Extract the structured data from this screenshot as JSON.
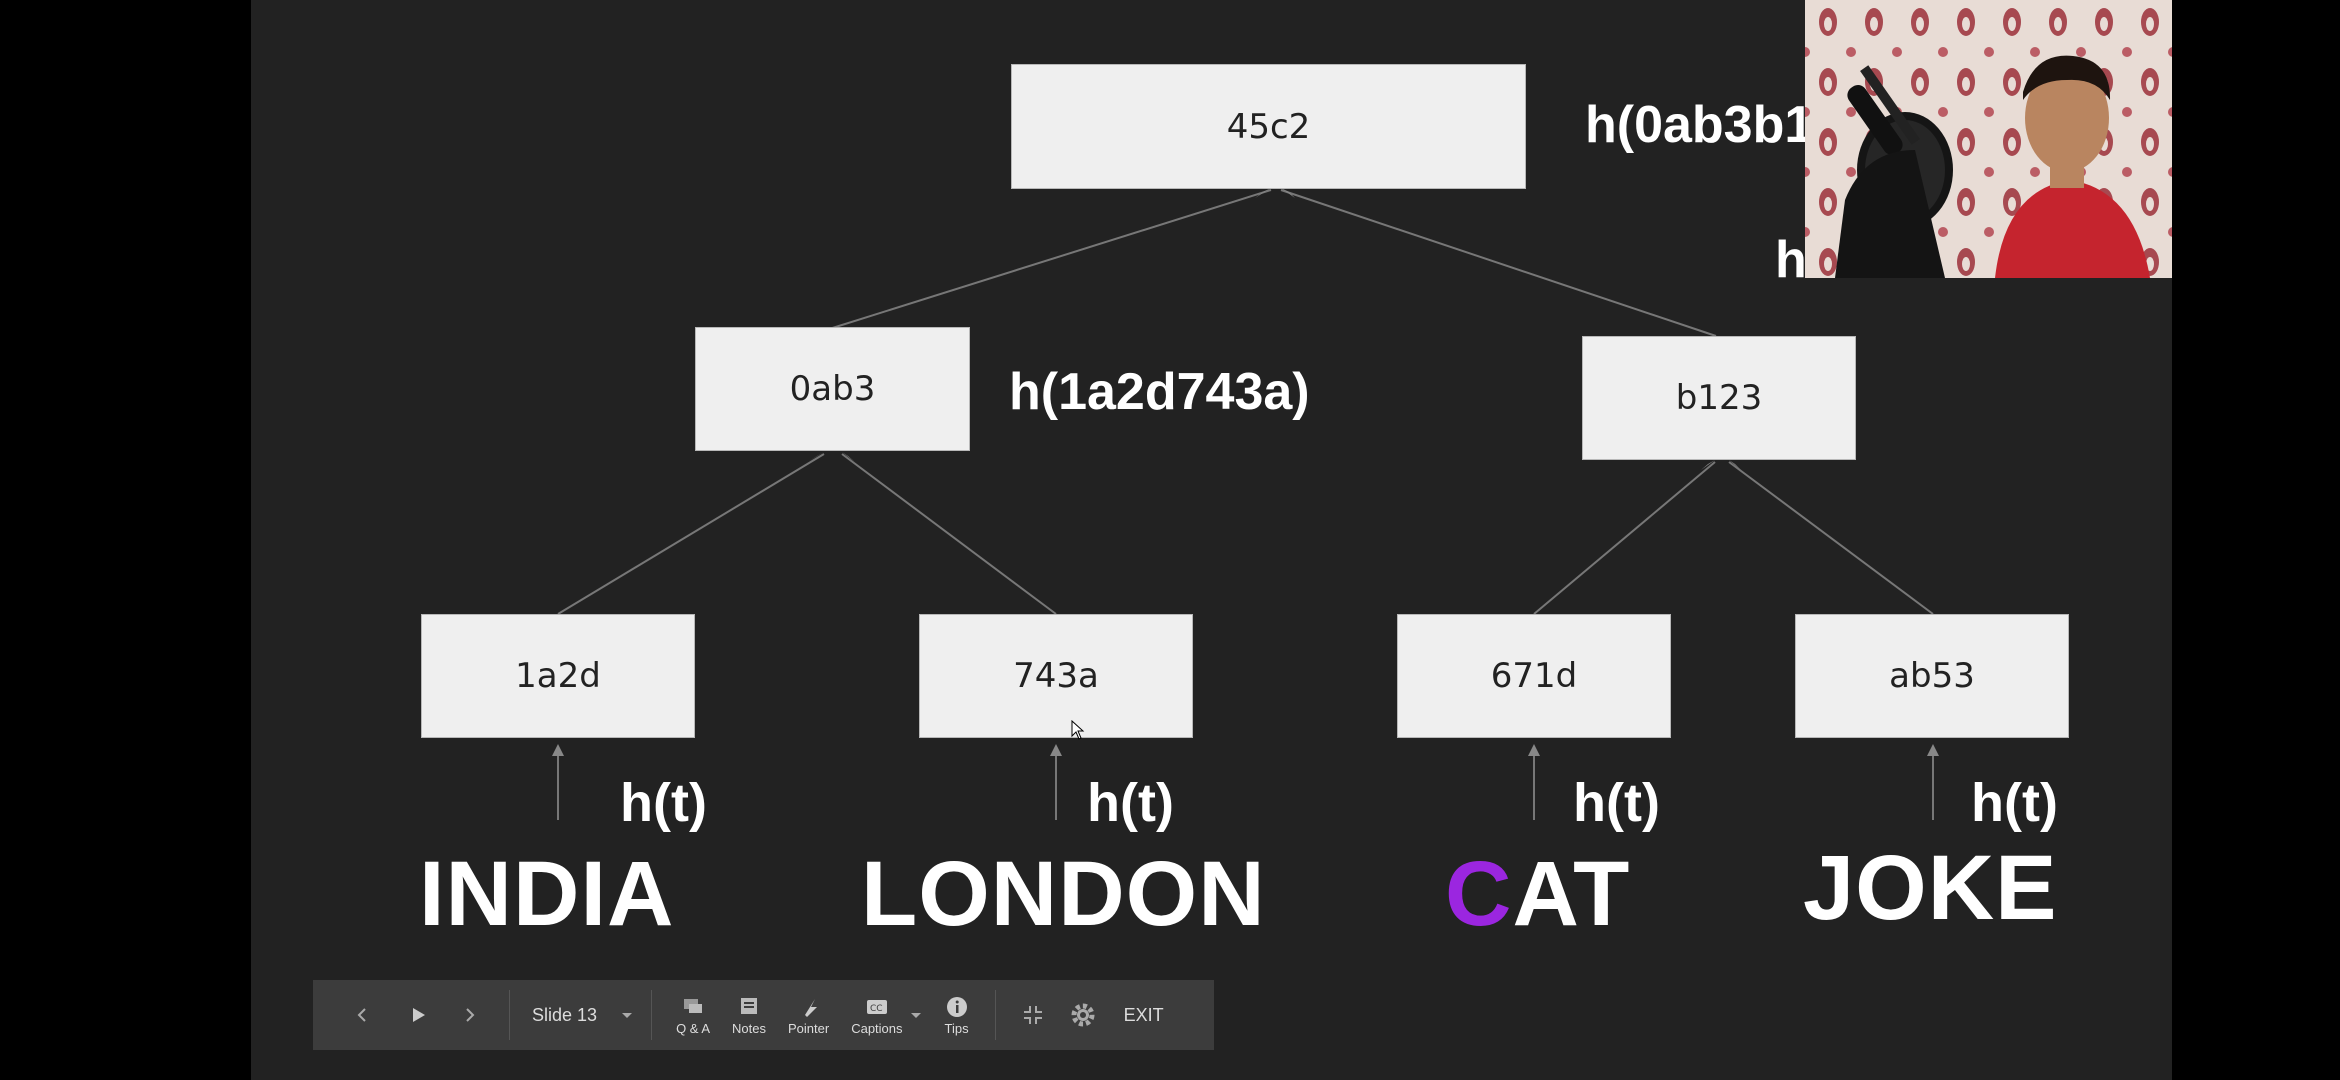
{
  "tree": {
    "root": "45c2",
    "level1": [
      "0ab3",
      "b123"
    ],
    "leaves": [
      "1a2d",
      "743a",
      "671d",
      "ab53"
    ]
  },
  "hash_labels": {
    "root_right": "h(0ab3b1",
    "left_node": "h(1a2d743a)",
    "right_node_partial": "h"
  },
  "leaf_hash_label": "h(t)",
  "words": {
    "india": "INDIA",
    "london": "LONDON",
    "cat_first": "C",
    "cat_rest": "AT",
    "joke": "JOKE"
  },
  "colors": {
    "slide_bg": "#222222",
    "box_bg": "#efefef",
    "accent_purple": "#9b26e0"
  },
  "toolbar": {
    "slide_label": "Slide 13",
    "qa_label": "Q & A",
    "notes_label": "Notes",
    "pointer_label": "Pointer",
    "captions_label": "Captions",
    "tips_label": "Tips",
    "exit_label": "EXIT",
    "icons": [
      "chevron-left-icon",
      "play-icon",
      "chevron-right-icon",
      "dropdown-icon",
      "qa-icon",
      "notes-icon",
      "pointer-icon",
      "captions-icon",
      "info-icon",
      "exit-fullscreen-icon",
      "gear-icon"
    ]
  }
}
